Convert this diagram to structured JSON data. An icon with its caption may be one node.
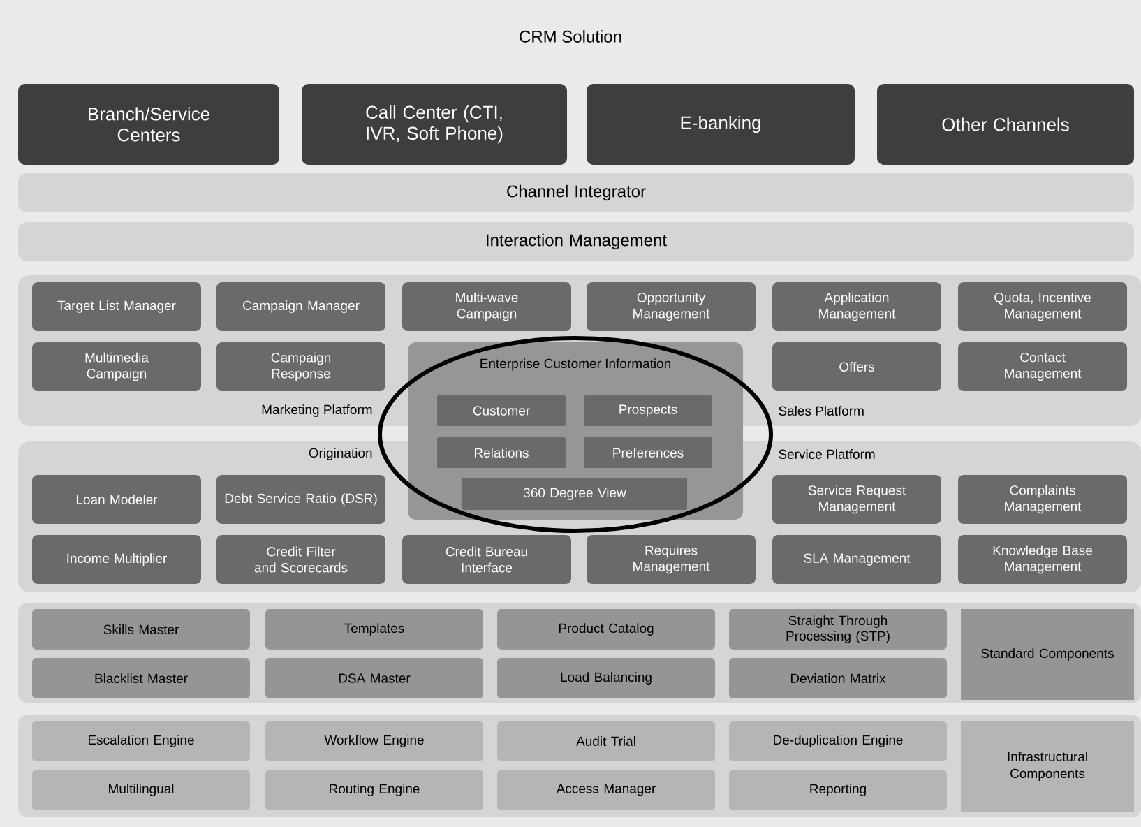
{
  "diagram": {
    "nodes": [
      {
        "text": [
          "CRM Solution"
        ]
      },
      {
        "text": [
          "Branch/Service Centers"
        ],
        "in": 0
      },
      {
        "text": [
          "Call Center (CTI, IVR, Soft Phone)"
        ],
        "in": 0
      },
      {
        "text": [
          "E-banking"
        ],
        "in": 0
      },
      {
        "text": [
          "Other Channels"
        ],
        "in": 0
      },
      {
        "text": [
          "Channel Integrator"
        ],
        "in": 0
      },
      {
        "text": [
          "Interaction Management"
        ],
        "in": 0
      },
      {
        "text": [
          "Marketing Platform",
          "Sales Platform"
        ],
        "in": 0
      },
      {
        "text": [
          "Target List Manager"
        ],
        "in": 7
      },
      {
        "text": [
          "Campaign Manager"
        ],
        "in": 7
      },
      {
        "text": [
          "Multi-wave Campaign"
        ],
        "in": 7
      },
      {
        "text": [
          "Opportunity Management"
        ],
        "in": 7
      },
      {
        "text": [
          "Application Management"
        ],
        "in": 7
      },
      {
        "text": [
          "Quota, Incentive Management"
        ],
        "in": 7
      },
      {
        "text": [
          "Multimedia Campaign"
        ],
        "in": 7
      },
      {
        "text": [
          "Campaign Response"
        ],
        "in": 7
      },
      {
        "text": [
          "Offers"
        ],
        "in": 7
      },
      {
        "text": [
          "Contact Management"
        ],
        "in": 7
      },
      {
        "text": [
          "Enterprise Customer Information"
        ],
        "in": 0
      },
      {
        "text": [
          "Customer"
        ]
      },
      {
        "text": [
          "Prospects"
        ]
      },
      {
        "text": [
          "Relations"
        ],
        "in": 18
      },
      {
        "text": [
          "Preferences"
        ],
        "in": 18
      },
      {
        "text": [
          "360 Degree View"
        ]
      },
      {
        "text": [
          "Origination",
          "Service Platform"
        ],
        "in": 0
      },
      {
        "text": [
          "Loan Modeler"
        ],
        "in": 24
      },
      {
        "text": [
          "Debt Service Ratio (DSR)"
        ],
        "in": 24
      },
      {
        "text": [
          "Service Request Management"
        ],
        "in": 24
      },
      {
        "text": [
          "Complaints Management"
        ],
        "in": 24
      },
      {
        "text": [
          "Income Multiplier"
        ],
        "in": 24
      },
      {
        "text": [
          "Credit Filter and Scorecards"
        ],
        "in": 24
      },
      {
        "text": [
          "Credit Bureau Interface"
        ],
        "in": 24
      },
      {
        "text": [
          "Requires Management"
        ],
        "in": 24
      },
      {
        "text": [
          "SLA Management"
        ],
        "in": 24
      },
      {
        "text": [
          "Knowledge Base Management"
        ],
        "in": 24
      },
      {
        "text": [],
        "shape": "box",
        "in": 0
      },
      {
        "text": [
          "Skills Master"
        ],
        "in": 35
      },
      {
        "text": [
          "Templates"
        ],
        "in": 35
      },
      {
        "text": [
          "Product Catalog"
        ],
        "in": 35
      },
      {
        "text": [
          "Straight Through Processing (STP)"
        ],
        "in": 35
      },
      {
        "text": [
          "Standard Components"
        ],
        "in": 35
      },
      {
        "text": [
          "Blacklist Master"
        ],
        "in": 35
      },
      {
        "text": [
          "DSA Master"
        ],
        "in": 35
      },
      {
        "text": [
          "Load Balancing"
        ],
        "in": 35
      },
      {
        "text": [
          "Deviation Matrix"
        ],
        "in": 35
      },
      {
        "text": [],
        "shape": "box",
        "in": 0
      },
      {
        "text": [
          "Escalation Engine"
        ],
        "in": 45
      },
      {
        "text": [
          "Workflow Engine"
        ],
        "in": 45
      },
      {
        "text": [
          "Audit Trial"
        ],
        "in": 45
      },
      {
        "text": [
          "De-duplication Engine"
        ],
        "in": 45
      },
      {
        "text": [
          "Infrastructural Components"
        ],
        "in": 45
      },
      {
        "text": [
          "Multilingual"
        ],
        "in": 45
      },
      {
        "text": [
          "Routing Engine"
        ],
        "in": 45
      },
      {
        "text": [
          "Access Manager"
        ],
        "in": 45
      },
      {
        "text": [
          "Reporting"
        ],
        "in": 45
      }
    ]
  }
}
